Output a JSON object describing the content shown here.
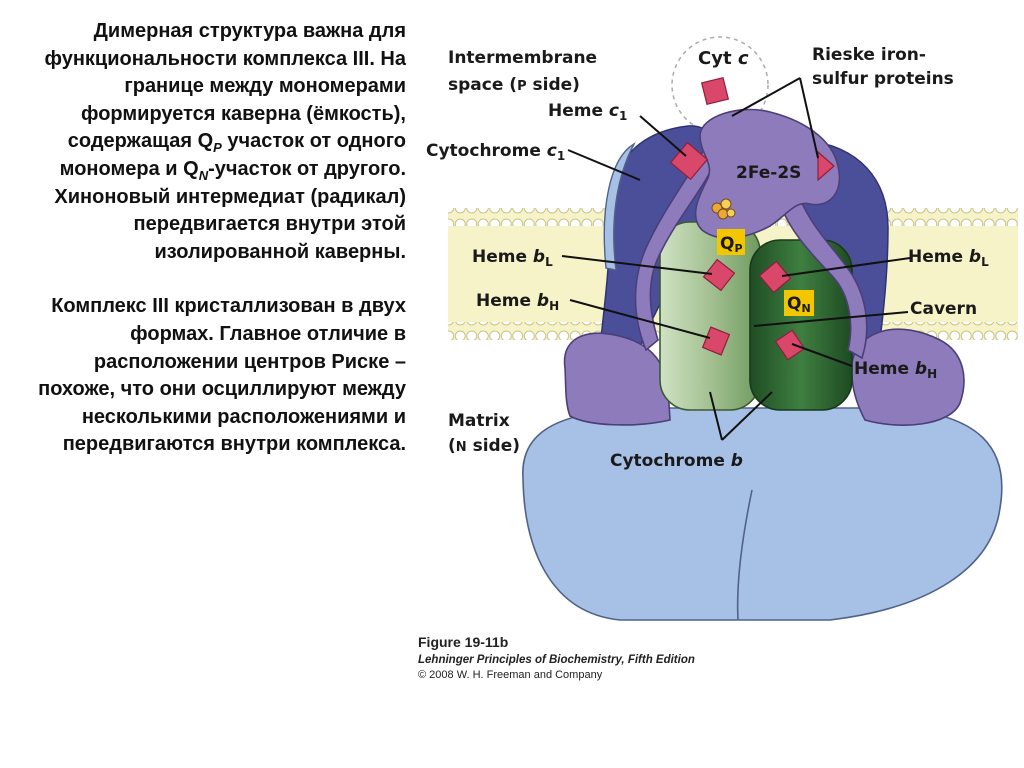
{
  "text": {
    "p1_a": "Димерная структура важна для функциональности комплекса III. На границе между мономерами формируется каверна (ёмкость), содержащая Q",
    "p1_sub1": "P",
    "p1_b": " участок от одного мономера и Q",
    "p1_sub2": "N",
    "p1_c": "-участок от другого. Хиноновый интермедиат (радикал) передвигается внутри этой изолированной каверны.",
    "p2": "Комплекс III кристаллизован в двух формах. Главное отличие в расположении центров Риске – похоже, что они осциллируют между несколькими расположениями и передвигаются внутри комплекса."
  },
  "diagram": {
    "intermembrane_1": "Intermembrane",
    "intermembrane_2": "space (",
    "intermembrane_p": "P",
    "intermembrane_3": " side)",
    "cytc": "Cyt ",
    "cytc_i": "c",
    "rieske_1": "Rieske iron-",
    "rieske_2": "sulfur proteins",
    "heme_c1": "Heme ",
    "heme_c1_i": "c",
    "heme_c1_sub": "1",
    "cyto_c1": "Cytochrome ",
    "cyto_c1_i": "c",
    "cyto_c1_sub": "1",
    "fe2s": "2Fe-2S",
    "qp": "Q",
    "qp_sub": "P",
    "qn": "Q",
    "qn_sub": "N",
    "heme_bl_left": "Heme ",
    "heme_bl_left_i": "b",
    "heme_bl_left_sub": "L",
    "heme_bl_right": "Heme ",
    "heme_bl_right_i": "b",
    "heme_bl_right_sub": "L",
    "heme_bh_left": "Heme ",
    "heme_bh_left_i": "b",
    "heme_bh_left_sub": "H",
    "cavern": "Cavern",
    "heme_bh_right": "Heme ",
    "heme_bh_right_i": "b",
    "heme_bh_right_sub": "H",
    "matrix_1": "Matrix",
    "matrix_2": "(",
    "matrix_n": "N",
    "matrix_3": " side)",
    "cyto_b": "Cytochrome ",
    "cyto_b_i": "b"
  },
  "caption": {
    "figure": "Figure 19-11b",
    "book": "Lehninger Principles of Biochemistry, Fifth Edition",
    "copyright": "© 2008 W. H. Freeman and Company"
  },
  "colors": {
    "membrane": "#f7f3c9",
    "lightblue": "#a7c1e6",
    "darkblue": "#4b4f9a",
    "purple": "#8e7bbb",
    "lightgreen": "#a9c49a",
    "darkgreen": "#2f6a33",
    "heme": "#d9476a",
    "label_yellow": "#f2c700"
  }
}
